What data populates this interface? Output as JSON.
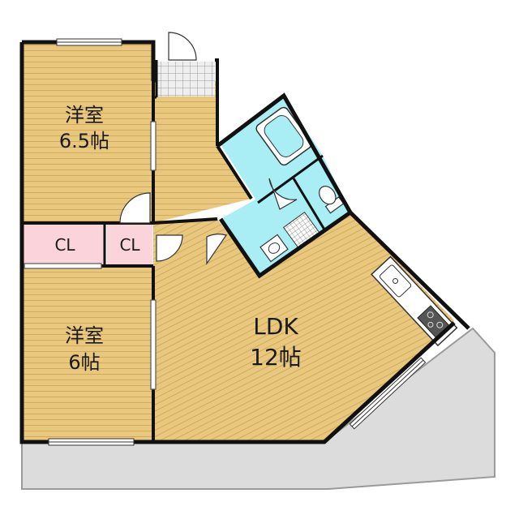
{
  "rooms": {
    "western_room_1": {
      "name": "洋室",
      "size": "6.5帖"
    },
    "western_room_2": {
      "name": "洋室",
      "size": "6帖"
    },
    "ldk": {
      "name": "LDK",
      "size": "12帖"
    },
    "closet_1": {
      "label": "CL"
    },
    "closet_2": {
      "label": "CL"
    }
  },
  "colors": {
    "floor_wood": "#E8C77E",
    "floor_stripe": "#D9AE5C",
    "wet_area": "#A8EEF4",
    "closet": "#FAD4DA",
    "balcony": "#DCDCDC",
    "wall": "#111111"
  }
}
